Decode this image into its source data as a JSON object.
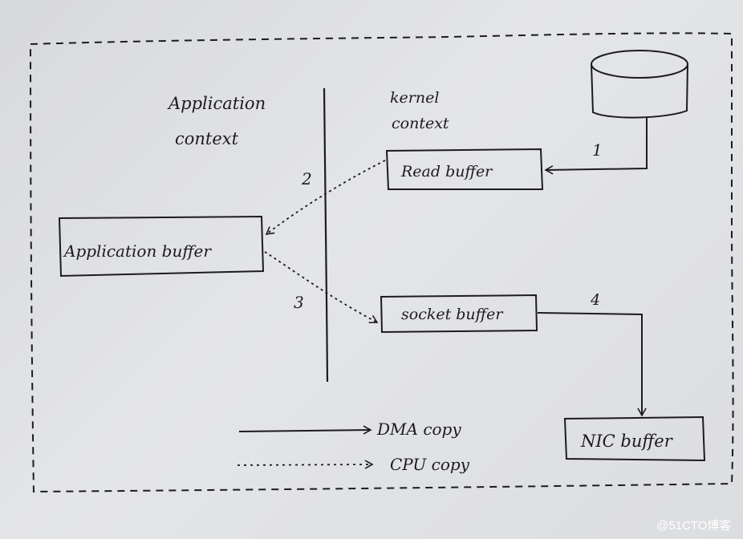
{
  "contexts": {
    "application": [
      "Application",
      "context"
    ],
    "kernel": [
      "kernel",
      "context"
    ]
  },
  "buffers": {
    "read": "Read buffer",
    "application": "Application buffer",
    "socket": "socket buffer",
    "nic": "NIC buffer"
  },
  "steps": {
    "one": "1",
    "two": "2",
    "three": "3",
    "four": "4"
  },
  "legend": {
    "dma": "DMA copy",
    "cpu": "CPU copy"
  },
  "watermark": "@51CTO博客",
  "colors": {
    "ink": "#1c1c1e",
    "paper": "#dfe0e2"
  }
}
